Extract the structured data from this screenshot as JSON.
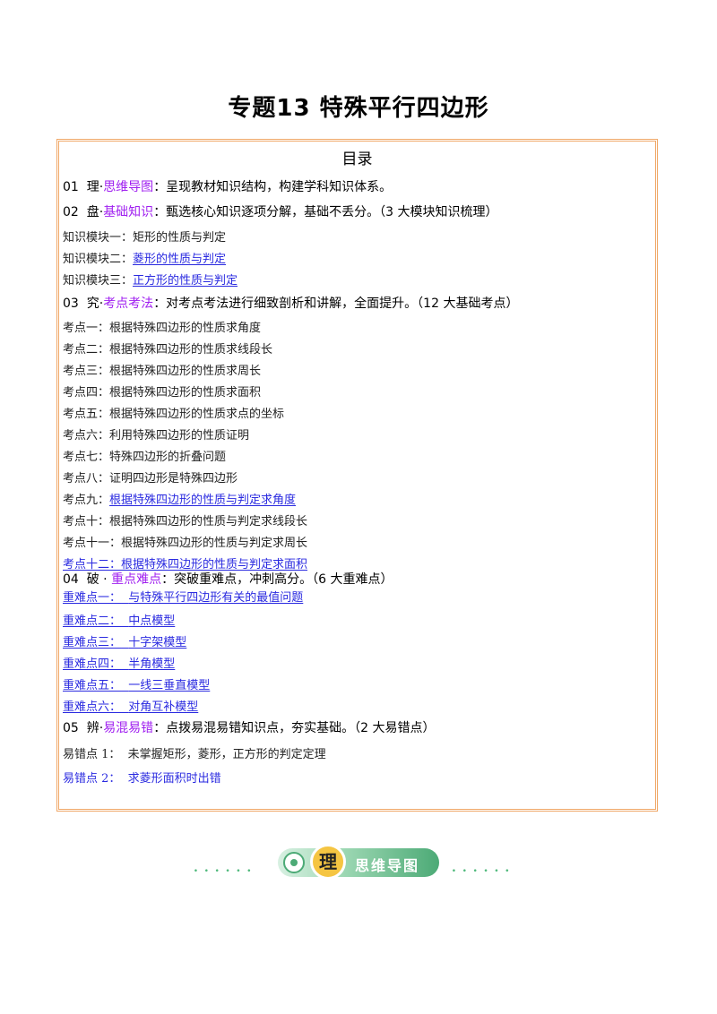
{
  "title": "专题13  特殊平行四边形",
  "toc_heading": "目录",
  "sections": [
    {
      "num": "01",
      "prefix": "理·",
      "keyword": "思维导图",
      "desc": "：呈现教材知识结构，构建学科知识体系。"
    },
    {
      "num": "02",
      "prefix": "盘·",
      "keyword": "基础知识",
      "desc": "：甄选核心知识逐项分解，基础不丢分。（3 大模块知识梳理）"
    },
    {
      "num": "03",
      "prefix": "究·",
      "keyword": "考点考法",
      "desc": "：对考点考法进行细致剖析和讲解，全面提升。（12 大基础考点）"
    },
    {
      "num": "04",
      "prefix": "破 · ",
      "keyword": "重点难点",
      "desc": "：突破重难点，冲刺高分。（6 大重难点）"
    },
    {
      "num": "05",
      "prefix": "辨·",
      "keyword": "易混易错",
      "desc": "：点拨易混易错知识点，夯实基础。（2 大易错点）"
    }
  ],
  "modules": [
    {
      "label": "知识模块一：",
      "text": "矩形的性质与判定"
    },
    {
      "label": "知识模块二：",
      "text": "菱形的性质与判定"
    },
    {
      "label": "知识模块三：",
      "text": "正方形的性质与判定"
    }
  ],
  "kaodian": [
    {
      "label": "考点一：",
      "text": "根据特殊四边形的性质求角度"
    },
    {
      "label": "考点二：",
      "text": "根据特殊四边形的性质求线段长"
    },
    {
      "label": "考点三：",
      "text": "根据特殊四边形的性质求周长"
    },
    {
      "label": "考点四：",
      "text": "根据特殊四边形的性质求面积"
    },
    {
      "label": "考点五：",
      "text": "根据特殊四边形的性质求点的坐标"
    },
    {
      "label": "考点六：",
      "text": "利用特殊四边形的性质证明"
    },
    {
      "label": "考点七：",
      "text": "特殊四边形的折叠问题"
    },
    {
      "label": "考点八：",
      "text": "证明四边形是特殊四边形"
    },
    {
      "label": "考点九：",
      "text": "根据特殊四边形的性质与判定求角度"
    },
    {
      "label": "考点十：",
      "text": "根据特殊四边形的性质与判定求线段长"
    },
    {
      "label": "考点十一：",
      "text": "根据特殊四边形的性质与判定求周长"
    },
    {
      "label": "考点十二：",
      "text": "根据特殊四边形的性质与判定求面积"
    }
  ],
  "nandian": [
    {
      "label": "重难点一：",
      "text": "与特殊平行四边形有关的最值问题"
    },
    {
      "label": "重难点二：",
      "text": "中点模型"
    },
    {
      "label": "重难点三：",
      "text": "十字架模型"
    },
    {
      "label": "重难点四：",
      "text": "半角模型"
    },
    {
      "label": "重难点五：",
      "text": "一线三垂直模型"
    },
    {
      "label": "重难点六：",
      "text": "对角互补模型"
    }
  ],
  "yicuo": [
    {
      "label": "易错点 1：",
      "text": "未掌握矩形，菱形，正方形的判定定理"
    },
    {
      "label": "易错点 2：",
      "text": "求菱形面积时出错"
    }
  ],
  "banner": {
    "badge": "理",
    "text": "思维导图",
    "dots_left": "......",
    "dots_right": "......"
  },
  "colors": {
    "border": "#f0a868",
    "keyword": "#a020f0",
    "link": "#2a2ae0",
    "banner_green": "#4caa76",
    "badge_yellow": "#f5c542"
  }
}
